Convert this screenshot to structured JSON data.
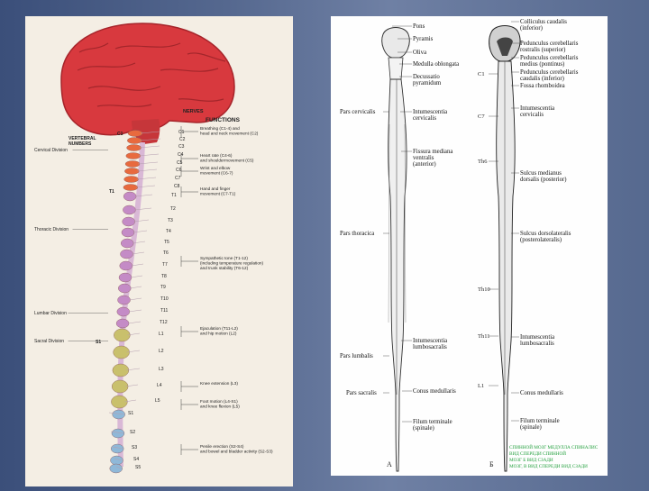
{
  "left_figure": {
    "header_nerves": "NERVES",
    "header_functions": "FUNCTIONS",
    "vertebral_numbers_label": "VERTEBRAL\nNUMBERS",
    "divisions": [
      "Cervical Division",
      "Thoracic Division",
      "Lumbar Division",
      "Sacral Division"
    ],
    "nerves": [
      "C1",
      "C2",
      "C3",
      "C4",
      "C5",
      "C6",
      "C7",
      "C8",
      "T1",
      "T2",
      "T3",
      "T4",
      "T5",
      "T6",
      "T7",
      "T8",
      "T9",
      "T10",
      "T11",
      "T12",
      "L1",
      "L2",
      "L3",
      "L4",
      "L5",
      "S1",
      "S2",
      "S3",
      "S4",
      "S5"
    ],
    "vertebra_labels": [
      "C1",
      "T1",
      "S1"
    ],
    "functions": [
      "Breathing (C1-4) and\nhead and neck movement (C2)",
      "Heart rate (C4-6)\nand shouldermovement (C5)",
      "Wrist and elbow\nmovement (C6-7)",
      "Hand and finger\nmovement (C7-T1)",
      "Sympathetic tone (T1-12)\n(including temperature regulation)\nand trunk stability (T6-12)",
      "Ejaculation (T11-L2)\nand hip motion (L2)",
      "Knee extension (L3)",
      "Foot motion (L4-S1)\nand knee flexion (L5)",
      "Penile erection (S2-S4)\nand bowel and bladder activity (S2-S3)"
    ]
  },
  "right_figure": {
    "fig_a": {
      "letter": "A",
      "labels_right": [
        "Pons",
        "Pyramis",
        "Oliva",
        "Medulla oblongata",
        "Decussatio\npyramidum",
        "Intumescentia\ncervicalis",
        "Fissura mediana\nventralis\n(anterior)",
        "Intumescentia\nlumbosacralis",
        "Conus medullaris",
        "Filum terminale\n(spinale)"
      ],
      "labels_left": [
        "Pars cervicalis",
        "Pars thoracica",
        "Pars lumbalis",
        "Pars sacralis"
      ]
    },
    "fig_b": {
      "letter": "Б",
      "segment_marks": [
        "C1",
        "C7",
        "Th6",
        "Th10",
        "Th11",
        "L1"
      ],
      "labels_right": [
        "Colliculus caudalis\n(inferior)",
        "Pedunculus cerebellaris\nrostralis (superior)",
        "Pedunculus cerebellaris\nmedius (pontinus)",
        "Pedunculus cerebellaris\ncaudalis (inferior)",
        "Fossa rhomboidea",
        "Intumescentia\ncervicalis",
        "Sulcus medianus\ndorsalis (posterior)",
        "Sulcus dorsolateralis\n(posterolateralis)",
        "Intumescentia\nlumbosacralis",
        "Conus medullaris",
        "Filum terminale\n(spinale)"
      ]
    },
    "caption": "СПИННОЙ МОЗГ МЕДУЛЛА СПИНАЛИС\nВИД СПЕРЕДИ  СПИННОЙ\nМОЗГ Б ВИД СЗАДИ\nМОЗГ, В ВИД СПЕРЕДИ  ВИД СЗАДИ"
  },
  "colors": {
    "page_bg": "#55688f",
    "brain": "#d8393e",
    "cervical": "#e86a3e",
    "thoracic": "#c48bc6",
    "lumbar": "#c9c06c",
    "sacral": "#8fb8d8",
    "caption": "#1f9e3a"
  }
}
